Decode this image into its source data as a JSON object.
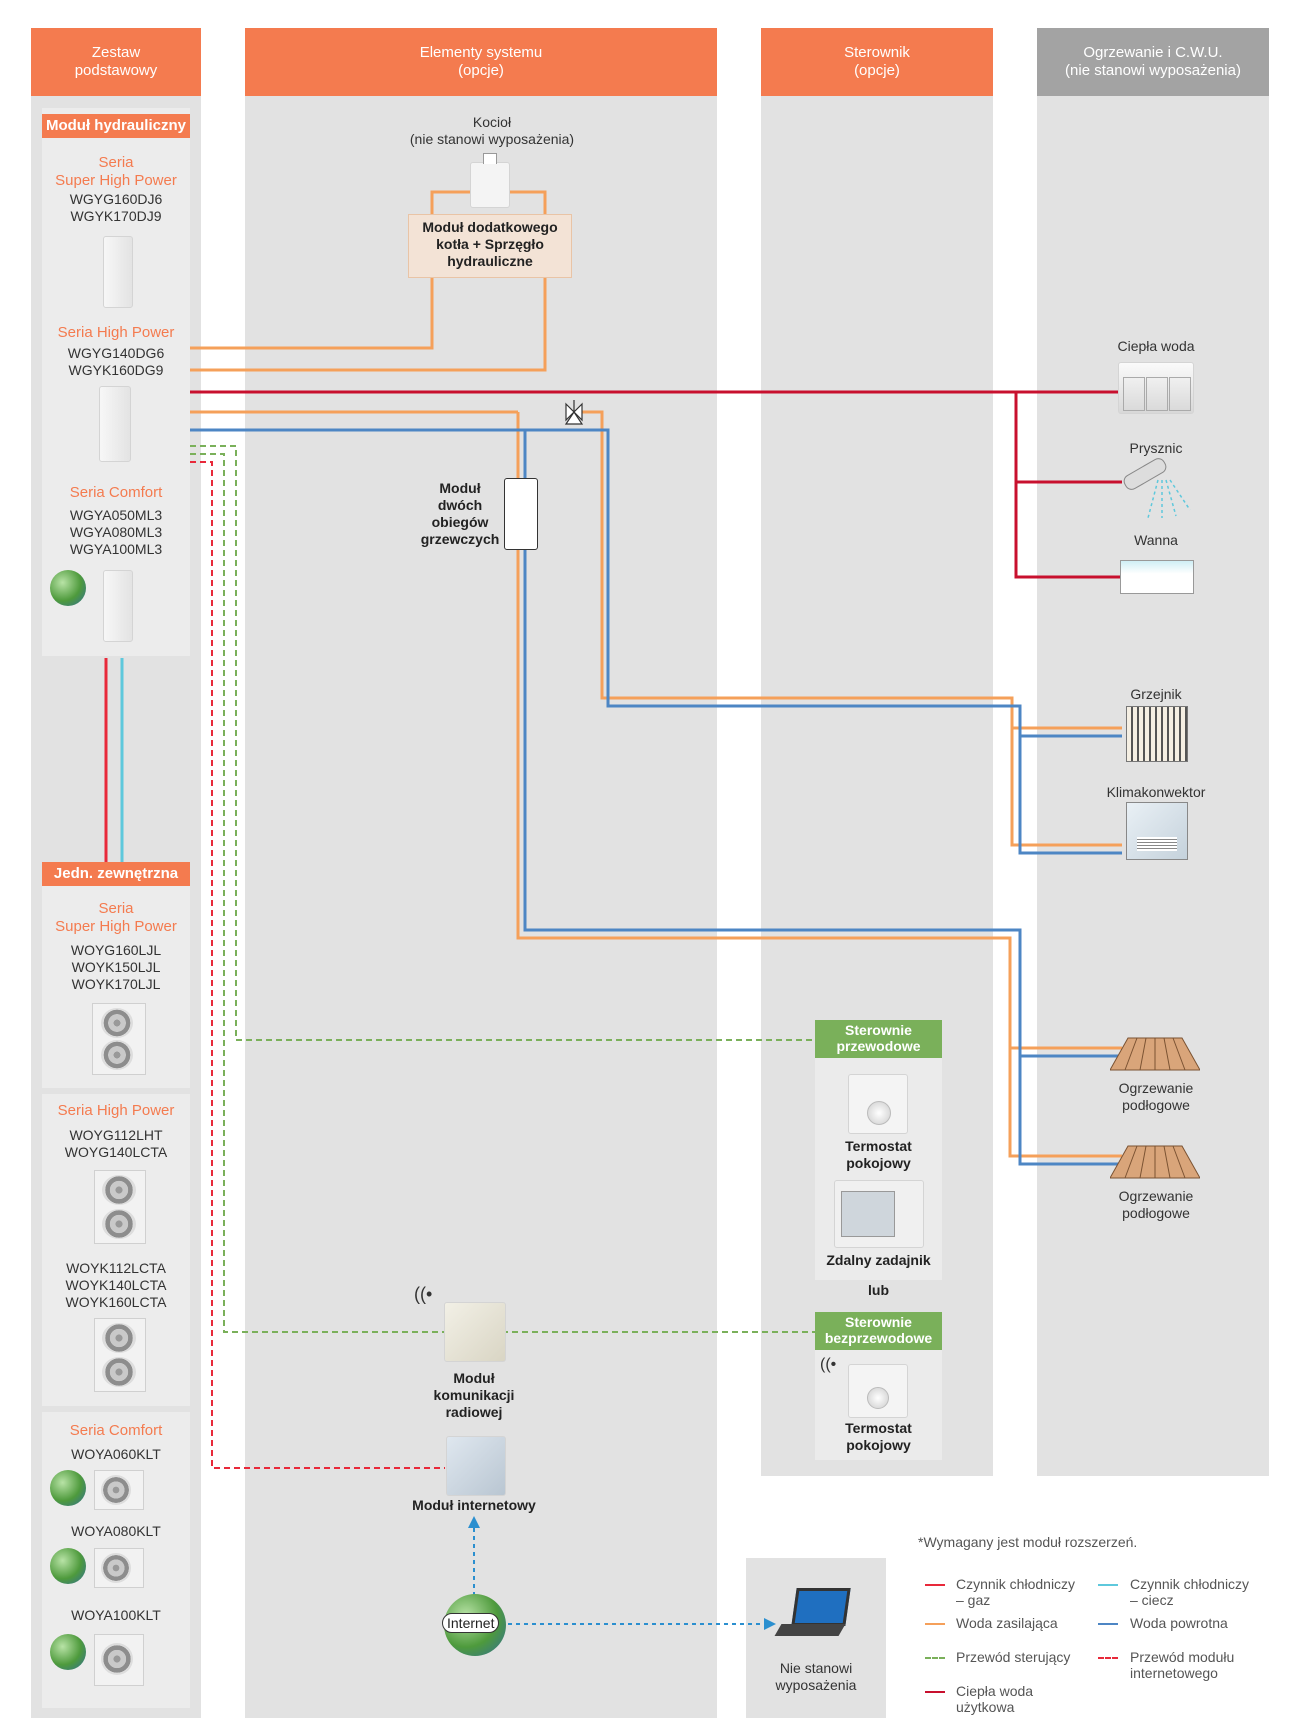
{
  "columns": {
    "base": "Zestaw\npodstawowy",
    "elements": "Elementy systemu\n(opcje)",
    "controller": "Sterownik\n(opcje)",
    "heating": "Ogrzewanie i C.W.U.\n(nie stanowi wyposażenia)"
  },
  "hydraulic_module": {
    "title": "Moduł hydrauliczny",
    "shp_series": "Seria\nSuper High Power",
    "shp_models": "WGYG160DJ6\nWGYK170DJ9",
    "hp_series": "Seria High Power",
    "hp_models": "WGYG140DG6\nWGYK160DG9",
    "comfort_series": "Seria Comfort",
    "comfort_models": "WGYA050ML3\nWGYA080ML3\nWGYA100ML3"
  },
  "outdoor_unit": {
    "title": "Jedn. zewnętrzna",
    "shp_series": "Seria\nSuper High Power",
    "shp_models": "WOYG160LJL\nWOYK150LJL\nWOYK170LJL",
    "hp_series": "Seria High Power",
    "hp_models_a": "WOYG112LHT\nWOYG140LCTA",
    "hp_models_b": "WOYK112LCTA\nWOYK140LCTA\nWOYK160LCTA",
    "comfort_series": "Seria Comfort",
    "comfort_model_1": "WOYA060KLT",
    "comfort_model_2": "WOYA080KLT",
    "comfort_model_3": "WOYA100KLT"
  },
  "elements": {
    "boiler": "Kocioł\n(nie stanowi wyposażenia)",
    "boiler_module": "Moduł dodatkowego\nkotła + Sprzęgło\nhydrauliczne",
    "two_circuit": "Moduł\ndwóch\nobiegów\ngrzewczych",
    "radio_module": "Moduł\nkomunikacji\nradiowej",
    "internet_module": "Moduł internetowy",
    "internet": "Internet"
  },
  "controller": {
    "wired_title": "Sterownie\nprzewodowe",
    "room_thermostat": "Termostat\npokojowy",
    "remote": "Zdalny zadajnik",
    "or": "lub",
    "wireless_title": "Sterownie\nbezprzewodowe",
    "room_thermostat_2": "Termostat\npokojowy"
  },
  "heating": {
    "hot_water": "Ciepła woda",
    "shower": "Prysznic",
    "bath": "Wanna",
    "radiator": "Grzejnik",
    "fancoil": "Klimakonwektor",
    "floor_1": "Ogrzewanie\npodłogowe",
    "floor_2": "Ogrzewanie\npodłogowe"
  },
  "laptop_note": "Nie stanowi\nwyposażenia",
  "footnote": "*Wymagany jest moduł rozszerzeń.",
  "legend": {
    "gas": "Czynnik chłodniczy\n– gaz",
    "liquid": "Czynnik chłodniczy\n– ciecz",
    "supply": "Woda zasilająca",
    "return": "Woda powrotna",
    "control": "Przewód sterujący",
    "internet_wire": "Przewód modułu\ninternetowego",
    "dhw": "Ciepła woda\nużytkowa"
  },
  "colors": {
    "header_orange": "#f47b4f",
    "gas_red": "#e8293a",
    "liquid_cyan": "#5ec8dc",
    "supply_orange": "#f5a05a",
    "return_blue": "#4d86c4",
    "control_green": "#7ab05a",
    "internet_red": "#e8293a",
    "dhw_darkred": "#c8102e",
    "controller_green": "#7ab05a"
  }
}
